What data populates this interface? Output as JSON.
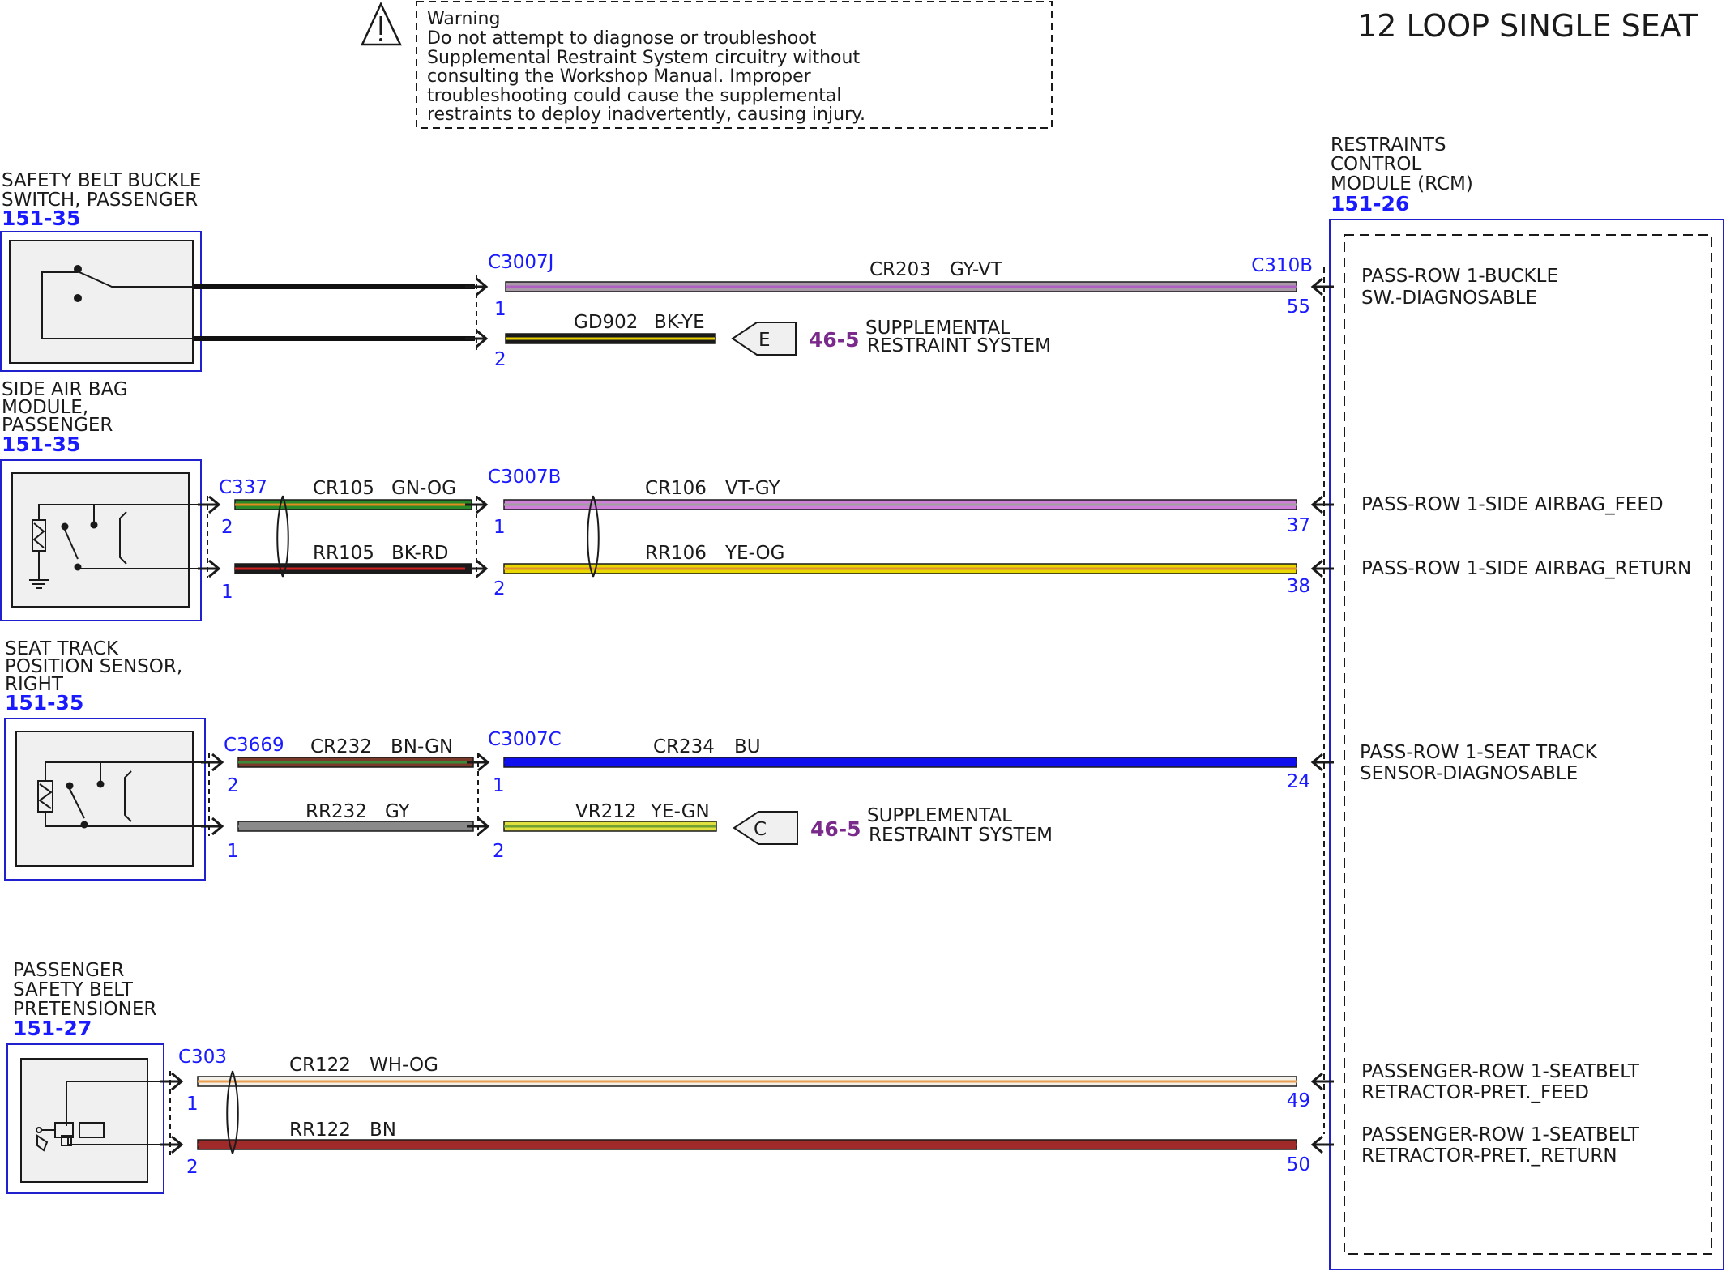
{
  "title": "12 LOOP SINGLE SEAT",
  "warning": {
    "heading": "Warning",
    "lines": [
      "Do not attempt to diagnose or troubleshoot",
      "Supplemental Restraint System circuitry without",
      "consulting the Workshop Manual. Improper",
      "troubleshooting could cause the supplemental",
      "restraints to deploy inadvertently, causing injury."
    ]
  },
  "rcm": {
    "name_lines": [
      "RESTRAINTS",
      "CONTROL",
      "MODULE (RCM)"
    ],
    "ref": "151-26",
    "connector": "C310B"
  },
  "components": {
    "buckle": {
      "name_lines": [
        "SAFETY BELT BUCKLE",
        "SWITCH, PASSENGER"
      ],
      "ref": "151-35"
    },
    "airbag": {
      "name_lines": [
        "SIDE AIR BAG",
        "MODULE,",
        "PASSENGER"
      ],
      "ref": "151-35"
    },
    "track": {
      "name_lines": [
        "SEAT TRACK",
        "POSITION SENSOR,",
        "RIGHT"
      ],
      "ref": "151-35"
    },
    "pretensioner": {
      "name_lines": [
        "PASSENGER",
        "SAFETY BELT",
        "PRETENSIONER"
      ],
      "ref": "151-27"
    }
  },
  "connectors": {
    "c3007j": "C3007J",
    "c3007b": "C3007B",
    "c3007c": "C3007C",
    "c337": "C337",
    "c3669": "C3669",
    "c303": "C303"
  },
  "pins": {
    "c3007j_1": "1",
    "c3007j_2": "2",
    "c337_2": "2",
    "c337_1": "1",
    "c3007b_1": "1",
    "c3007b_2": "2",
    "c3669_2": "2",
    "c3669_1": "1",
    "c3007c_1": "1",
    "c3007c_2": "2",
    "c303_1": "1",
    "c303_2": "2",
    "rcm_55": "55",
    "rcm_37": "37",
    "rcm_38": "38",
    "rcm_24": "24",
    "rcm_49": "49",
    "rcm_50": "50"
  },
  "wires": {
    "cr203": {
      "circuit": "CR203",
      "color": "GY-VT",
      "base": "#a898a8",
      "stripe": "#b060c0"
    },
    "gd902": {
      "circuit": "GD902",
      "color": "BK-YE",
      "base": "#1a1a1a",
      "stripe": "#e8d000"
    },
    "cr105": {
      "circuit": "CR105",
      "color": "GN-OG",
      "base": "#2a8a2a",
      "stripe": "#e08a20"
    },
    "rr105": {
      "circuit": "RR105",
      "color": "BK-RD",
      "base": "#1a1a1a",
      "stripe": "#d02020"
    },
    "cr106": {
      "circuit": "CR106",
      "color": "VT-GY",
      "base": "#d080d8",
      "stripe": "#a0a0a0"
    },
    "rr106": {
      "circuit": "RR106",
      "color": "YE-OG",
      "base": "#e8d800",
      "stripe": "#e09030"
    },
    "cr232": {
      "circuit": "CR232",
      "color": "BN-GN",
      "base": "#7a3a2a",
      "stripe": "#3a8a3a"
    },
    "rr232": {
      "circuit": "RR232",
      "color": "GY",
      "base": "#8a8a8a",
      "stripe": "#8a8a8a"
    },
    "cr234": {
      "circuit": "CR234",
      "color": "BU",
      "base": "#1010ee",
      "stripe": "#1010ee"
    },
    "vr212": {
      "circuit": "VR212",
      "color": "YE-GN",
      "base": "#e0e040",
      "stripe": "#70a030"
    },
    "cr122": {
      "circuit": "CR122",
      "color": "WH-OG",
      "base": "#f4f0e8",
      "stripe": "#e8a050"
    },
    "rr122": {
      "circuit": "RR122",
      "color": "BN",
      "base": "#a02a2a",
      "stripe": "#a02a2a"
    }
  },
  "grounds": {
    "e": {
      "letter": "E",
      "ref": "46-5",
      "text_lines": [
        "SUPPLEMENTAL",
        "RESTRAINT SYSTEM"
      ]
    },
    "c": {
      "letter": "C",
      "ref": "46-5",
      "text_lines": [
        "SUPPLEMENTAL",
        "RESTRAINT SYSTEM"
      ]
    }
  },
  "rcm_pins": {
    "buckle": [
      "PASS-ROW 1-BUCKLE",
      "SW.-DIAGNOSABLE"
    ],
    "airbag_feed": [
      "PASS-ROW 1-SIDE AIRBAG_FEED"
    ],
    "airbag_return": [
      "PASS-ROW 1-SIDE AIRBAG_RETURN"
    ],
    "seat_track": [
      "PASS-ROW 1-SEAT TRACK",
      "SENSOR-DIAGNOSABLE"
    ],
    "belt_feed": [
      "PASSENGER-ROW 1-SEATBELT",
      "RETRACTOR-PRET._FEED"
    ],
    "belt_return": [
      "PASSENGER-ROW 1-SEATBELT",
      "RETRACTOR-PRET._RETURN"
    ]
  }
}
